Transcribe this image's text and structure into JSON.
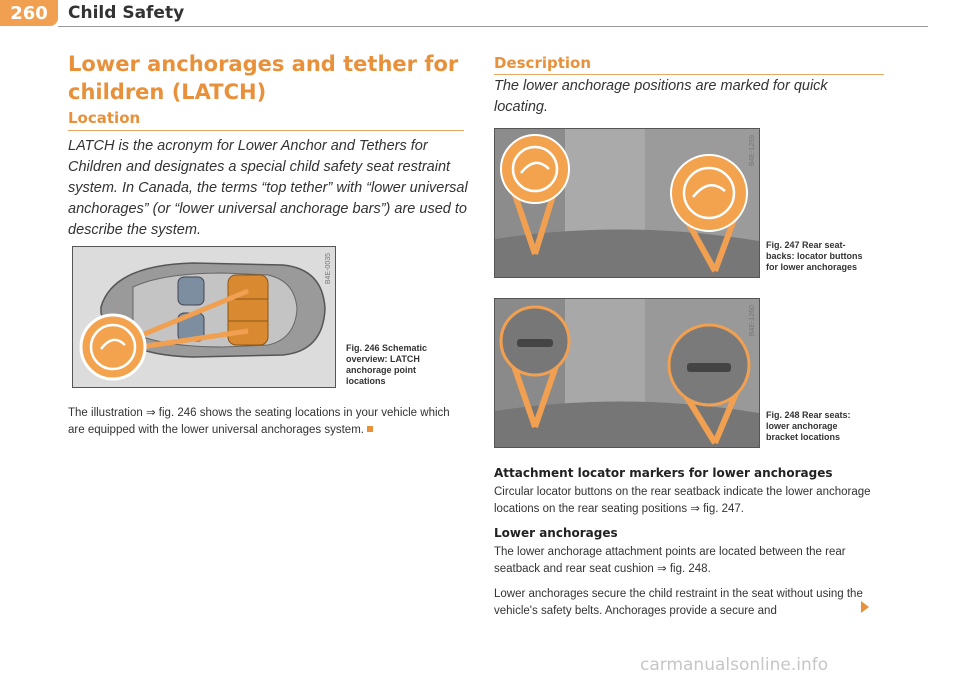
{
  "header": {
    "page_number": "260",
    "section": "Child Safety"
  },
  "title": "Lower anchorages and tether for children (LATCH)",
  "location": {
    "heading": "Location",
    "intro": "LATCH is the acronym for Lower Anchor and Tethers for Children and designates a special child safety seat restraint system. In Canada, the terms “top tether” with “lower universal anchorages” (or “lower universal anchorage bars”) are used to describe the system.",
    "figure": {
      "code": "B4E-0035",
      "caption": "Fig. 246  Schematic overview: LATCH anchorage point locations"
    },
    "body": "The illustration ⇒ fig. 246 shows the seating locations in your vehicle which are equipped with the lower universal anchorages system."
  },
  "description": {
    "heading": "Description",
    "intro": "The lower anchorage positions are marked for quick locating.",
    "fig247": {
      "code": "B4E-1259",
      "caption": "Fig. 247  Rear seat-backs: locator buttons for lower anchorages"
    },
    "fig248": {
      "code": "B4E-1260",
      "caption": "Fig. 248  Rear seats: lower anchorage bracket locations"
    },
    "sub1": "Attachment locator markers for lower anchorages",
    "para1": "Circular locator buttons on the rear seatback indicate the lower anchorage locations on the rear seating positions ⇒ fig. 247.",
    "sub2": "Lower anchorages",
    "para2": "The lower anchorage attachment points are located between the rear seatback and rear seat cushion ⇒ fig. 248.",
    "para3": "Lower anchorages secure the child restraint in the seat without using the vehicle's safety belts. Anchorages provide a secure and"
  },
  "watermark": "carmanualsonline.info",
  "colors": {
    "accent": "#e8913a",
    "text": "#333333"
  }
}
